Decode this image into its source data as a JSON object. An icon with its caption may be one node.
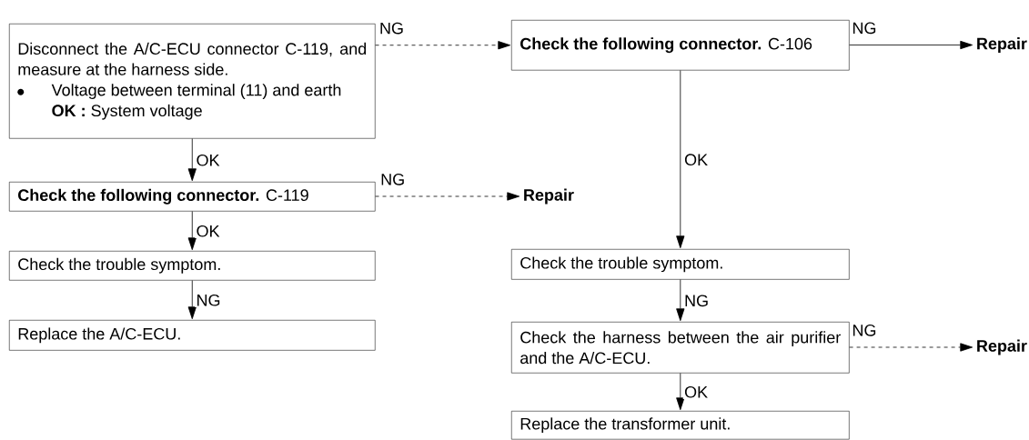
{
  "diagram": {
    "nodes": [
      {
        "text": [
          "Disconnect the A/C-ECU connector C-119, and measure at the harness side.",
          "Voltage between terminal (11) and earth",
          "**OK :** System voltage"
        ]
      },
      {
        "text": [
          "**Check the following connector.** C-119"
        ]
      },
      {
        "text": [
          "Check the trouble symptom."
        ]
      },
      {
        "text": [
          "Replace the A/C-ECU."
        ]
      },
      {
        "text": [
          "**Check the following connector.** C-106"
        ]
      },
      {
        "text": [
          "Repair"
        ]
      },
      {
        "text": [
          "Repair"
        ]
      },
      {
        "text": [
          "Check the trouble symptom."
        ]
      },
      {
        "text": [
          "Check the harness between the air purifier and the A/C-ECU."
        ]
      },
      {
        "text": [
          "Repair"
        ]
      },
      {
        "text": [
          "Replace the transformer unit."
        ]
      }
    ],
    "edges": [
      {
        "from": 0,
        "to": 1,
        "arrow": "to",
        "label": "OK"
      },
      {
        "from": 1,
        "to": 2,
        "arrow": "to",
        "label": "OK"
      },
      {
        "from": 2,
        "to": 3,
        "arrow": "to",
        "label": "NG"
      },
      {
        "from": 0,
        "to": 4,
        "arrow": "to",
        "label": "NG",
        "style": "dashed"
      },
      {
        "from": 4,
        "to": 5,
        "arrow": "to",
        "label": "NG"
      },
      {
        "from": 1,
        "to": 6,
        "arrow": "to",
        "label": "NG",
        "style": "dashed"
      },
      {
        "from": 4,
        "to": 7,
        "arrow": "to",
        "label": "OK"
      },
      {
        "from": 7,
        "to": 8,
        "arrow": "to",
        "label": "NG"
      },
      {
        "from": 8,
        "to": 9,
        "arrow": "to",
        "label": "NG",
        "style": "dashed"
      },
      {
        "from": 8,
        "to": 10,
        "arrow": "to",
        "label": "OK"
      }
    ]
  }
}
